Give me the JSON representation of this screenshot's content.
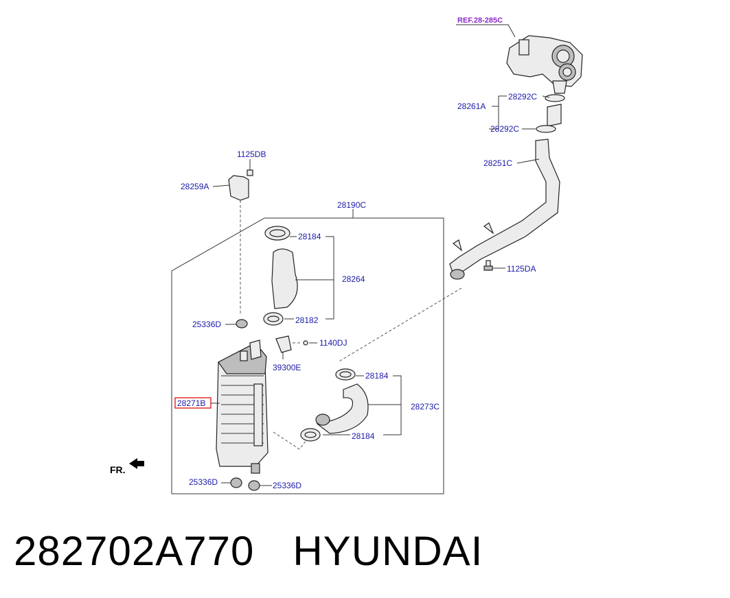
{
  "labels": {
    "ref": "REF.28-285C",
    "p28292c_top": "28292C",
    "p28261a": "28261A",
    "p28292c_bottom": "28292C",
    "p28251c": "28251C",
    "p1125da": "1125DA",
    "p1125db": "1125DB",
    "p28259a": "28259A",
    "p28190c": "28190C",
    "p28184_top": "28184",
    "p28264": "28264",
    "p28182": "28182",
    "p25336d_mid": "25336D",
    "p1140dj": "1140DJ",
    "p39300e": "39300E",
    "p28184_mid": "28184",
    "p28273c": "28273C",
    "p28184_low": "28184",
    "p28271b": "28271B",
    "p25336d_left": "25336D",
    "p25336d_right": "25336D",
    "fr": "FR."
  },
  "caption": {
    "part_number": "282702A770",
    "brand": "HYUNDAI"
  },
  "colors": {
    "label": "#1a1aa8",
    "ref": "#8a2cc8",
    "highlight": "#e02020"
  }
}
